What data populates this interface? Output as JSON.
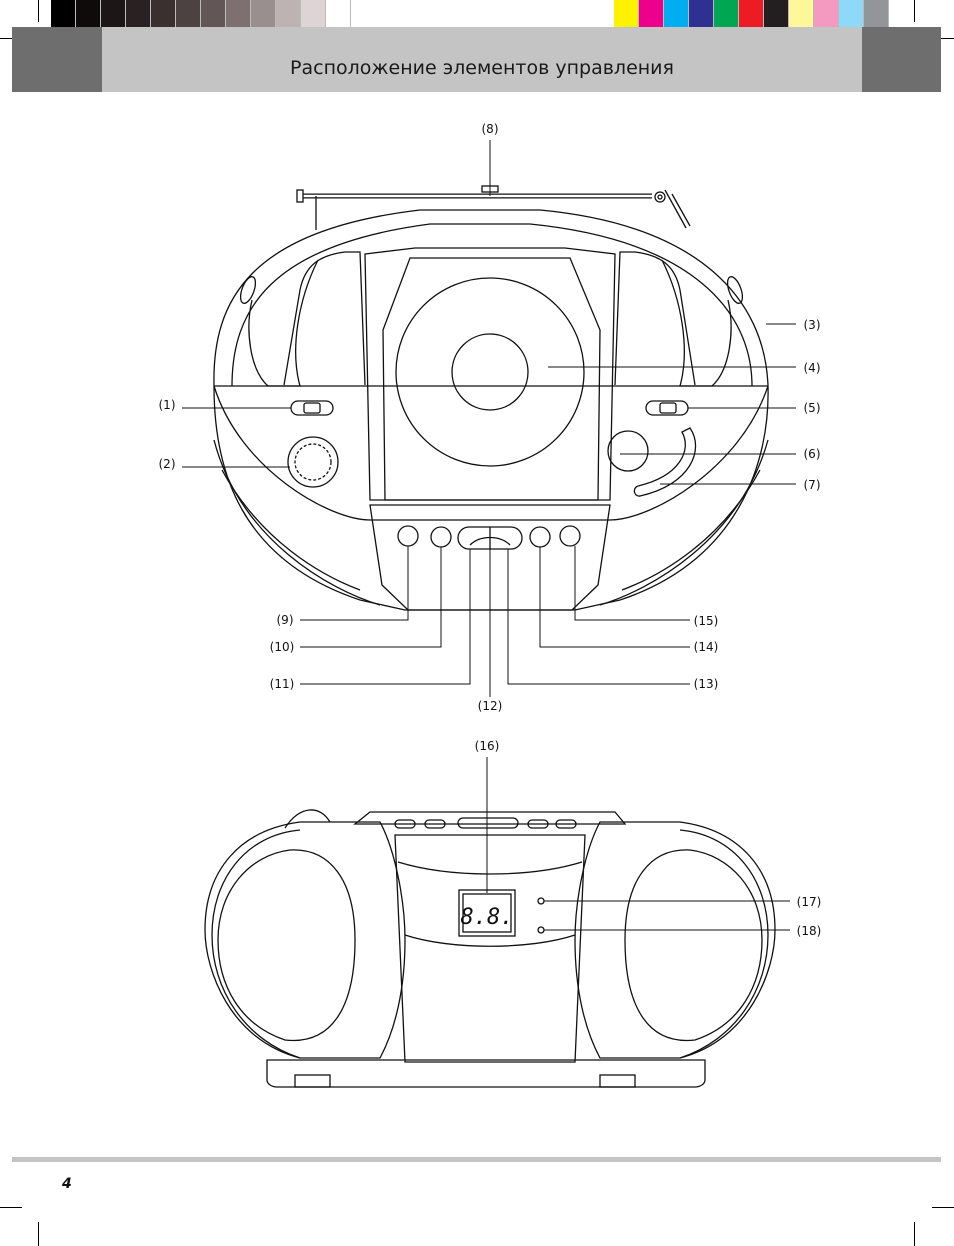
{
  "header": {
    "title": "Расположение элементов управления"
  },
  "colors": {
    "grayscale": [
      "#000000",
      "#0f0b0b",
      "#1c1616",
      "#2a2222",
      "#3a3030",
      "#4d4242",
      "#625656",
      "#7c7070",
      "#9a8f8f",
      "#bdb3b3",
      "#ddd5d5",
      "#ffffff"
    ],
    "process": [
      "#fff200",
      "#ec008c",
      "#00aeef",
      "#2e3192",
      "#00a651",
      "#ed1c24",
      "#231f20",
      "#fff799",
      "#f49ac1",
      "#8ed8f8",
      "#939598"
    ],
    "header_gray": "#6e6e6e",
    "header_light": "#c4c4c4"
  },
  "callouts": {
    "c1": "(1)",
    "c2": "(2)",
    "c3": "(3)",
    "c4": "(4)",
    "c5": "(5)",
    "c6": "(6)",
    "c7": "(7)",
    "c8": "(8)",
    "c9": "(9)",
    "c10": "(10)",
    "c11": "(11)",
    "c12": "(12)",
    "c13": "(13)",
    "c14": "(14)",
    "c15": "(15)",
    "c16": "(16)",
    "c17": "(17)",
    "c18": "(18)"
  },
  "display": {
    "readout": "8.8."
  },
  "footer": {
    "page_number": "4"
  }
}
